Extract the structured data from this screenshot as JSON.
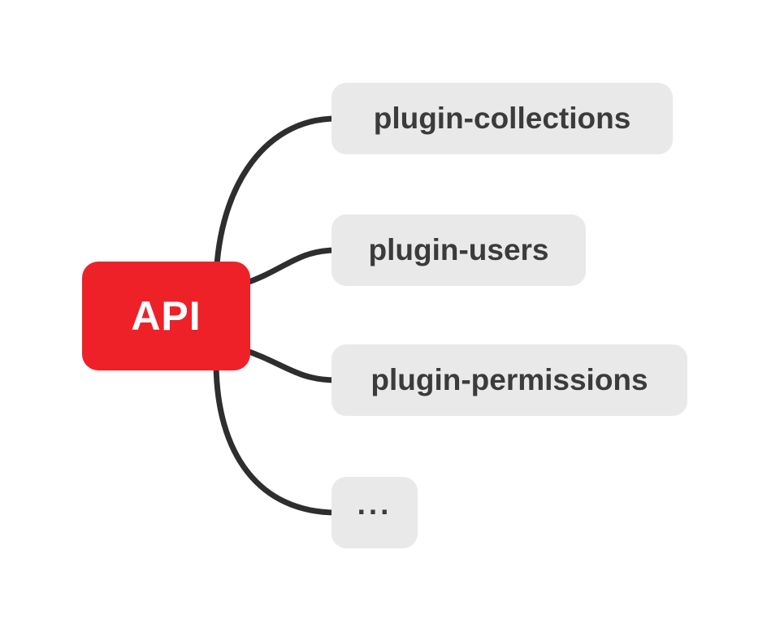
{
  "diagram": {
    "type": "mindmap",
    "root": {
      "label": "API"
    },
    "children": [
      {
        "label": "plugin-collections"
      },
      {
        "label": "plugin-users"
      },
      {
        "label": "plugin-permissions"
      },
      {
        "label": "..."
      }
    ],
    "edges": [
      {
        "from": "API",
        "to": "plugin-collections"
      },
      {
        "from": "API",
        "to": "plugin-users"
      },
      {
        "from": "API",
        "to": "plugin-permissions"
      },
      {
        "from": "API",
        "to": "..."
      }
    ],
    "colors": {
      "background": "#ffffff",
      "root_bg": "#ee2129",
      "root_text": "#ffffff",
      "child_bg": "#e9e9e9",
      "child_text": "#3b3b3b",
      "connector": "#2e2e2e"
    }
  }
}
